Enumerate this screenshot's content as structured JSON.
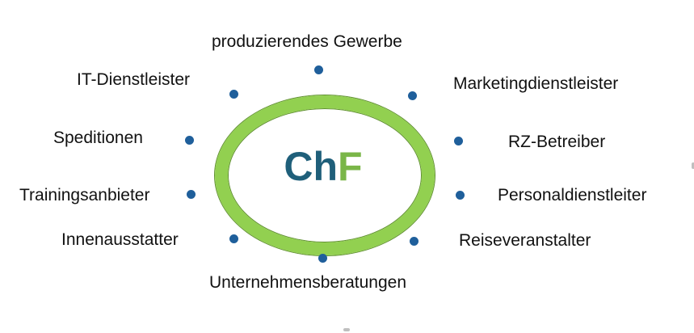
{
  "logo": {
    "part1": "Ch",
    "part2": "F"
  },
  "colors": {
    "brand_primary": "#1f5f7a",
    "brand_accent": "#7ab648",
    "ring": "#92d050",
    "dot": "#1f5f9b",
    "text": "#111111"
  },
  "sectors": [
    "produzierendes Gewerbe",
    "IT-Dienstleister",
    "Marketingdienstleister",
    "Speditionen",
    "RZ-Betreiber",
    "Trainingsanbieter",
    "Personaldienstleiter",
    "Innenausstatter",
    "Reiseveranstalter",
    "Unternehmensberatungen"
  ]
}
